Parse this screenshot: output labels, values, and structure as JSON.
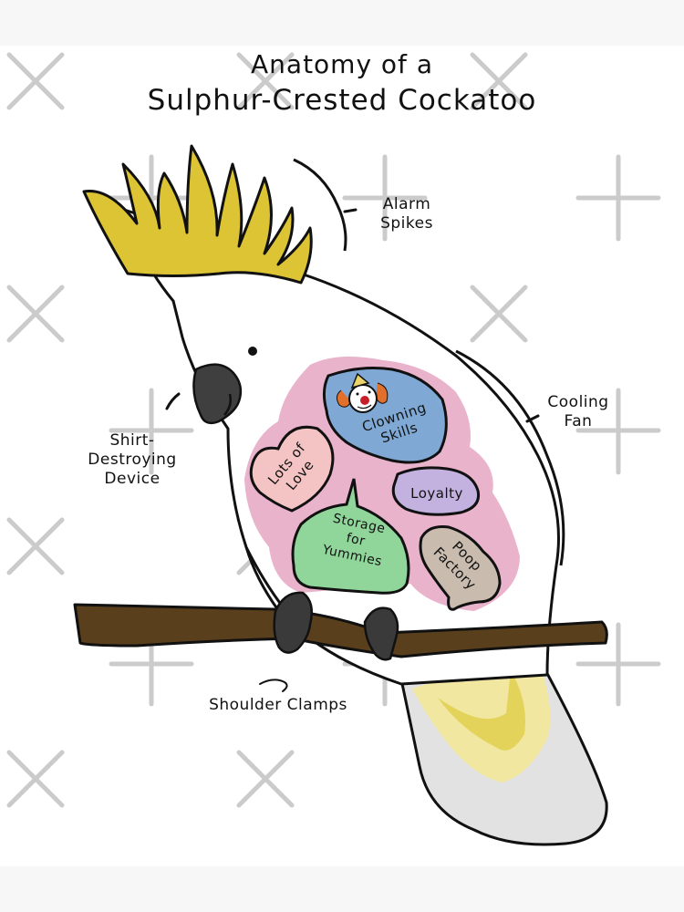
{
  "title": {
    "line1": "Anatomy of a",
    "line2": "Sulphur-Crested Cockatoo"
  },
  "labels": {
    "alarm_spikes": [
      "Alarm",
      "Spikes"
    ],
    "cooling_fan": [
      "Cooling",
      "Fan"
    ],
    "shirt_destroying_device": [
      "Shirt-",
      "Destroying",
      "Device"
    ],
    "shoulder_clamps": "Shoulder Clamps"
  },
  "organs": {
    "clowning_skills": [
      "Clowning",
      "Skills"
    ],
    "lots_of_love": [
      "Lots of",
      "Love"
    ],
    "loyalty": "Loyalty",
    "storage_for_yummies": [
      "Storage",
      "for",
      "Yummies"
    ],
    "poop_factory": [
      "Poop",
      "Factory"
    ]
  },
  "colors": {
    "background": "#ffffff",
    "band": "#f7f7f7",
    "crest": "#dcc434",
    "beak": "#3f3f3f",
    "organ_halo": "#eab3cc",
    "clowning_skills": "#7fa9d4",
    "lots_of_love": "#f4c3c3",
    "loyalty": "#c3b2e0",
    "storage_for_yummies": "#90d69a",
    "poop_factory": "#c9bcae",
    "perch": "#5a3f1c",
    "feet": "#3a3a3a",
    "tail_gray": "#e2e2e2",
    "tail_yellow_light": "#f1e7a0",
    "tail_yellow": "#e3d35a",
    "watermark": "#c4c4c4"
  }
}
